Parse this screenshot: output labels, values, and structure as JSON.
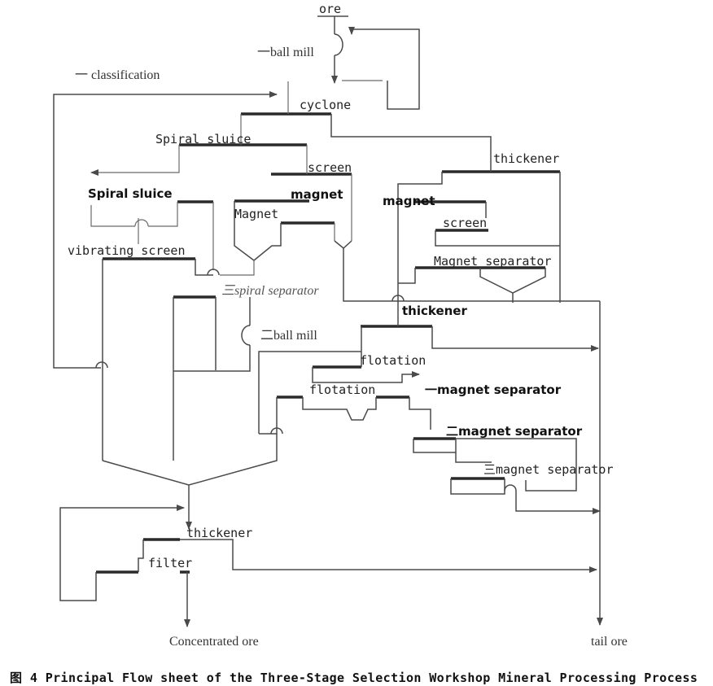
{
  "labels": {
    "ore": "ore",
    "ball_mill_1": "一ball mill",
    "classification_1": "一 classification",
    "cyclone": "cyclone",
    "spiral_sluice_1": "Spiral sluice",
    "thickener_1": "thickener",
    "screen_1": "screen",
    "magnet_1": "magnet",
    "spiral_sluice_2": "Spiral sluice",
    "magnet_2": "magnet",
    "magnet_3": "Magnet",
    "screen_2": "screen",
    "vibrating_screen": "vibrating screen",
    "magnet_separator_1": "Magnet separator",
    "spiral_separator_3": "三spiral separator",
    "thickener_2": "thickener",
    "ball_mill_2": "二ball mill",
    "flotation_1": "flotation",
    "flotation_2": "flotation",
    "magnet_separator_first": "一magnet separator",
    "magnet_separator_second": "二magnet separator",
    "magnet_separator_third": "三magnet separator",
    "thickener_3": "thickener",
    "filter": "filter",
    "concentrated_ore": "Concentrated ore",
    "tail_ore": "tail ore"
  },
  "caption": "图 4  Principal Flow sheet of the Three-Stage Selection Workshop Mineral Processing Process"
}
